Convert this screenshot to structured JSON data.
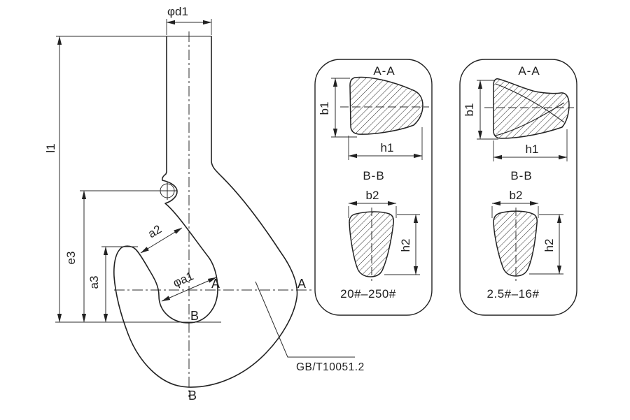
{
  "drawing": {
    "background": "#ffffff",
    "line_color": "#222222",
    "dimensions": {
      "phi_d1": "φd1",
      "l1": "l1",
      "e3": "e3",
      "a3": "a3",
      "a2": "a2",
      "phi_a1": "φa1"
    },
    "section_marks": {
      "a_inner": "A",
      "a_outer": "A",
      "b_upper": "B",
      "b_lower": "B"
    },
    "standard_ref": "GB/T10051.2",
    "panels": [
      {
        "section_a_title": "A-A",
        "b1": "b1",
        "h1": "h1",
        "section_b_title": "B-B",
        "b2": "b2",
        "h2": "h2",
        "size_range": "20#–250#"
      },
      {
        "section_a_title": "A-A",
        "b1": "b1",
        "h1": "h1",
        "section_b_title": "B-B",
        "b2": "b2",
        "h2": "h2",
        "size_range": "2.5#–16#"
      }
    ]
  }
}
